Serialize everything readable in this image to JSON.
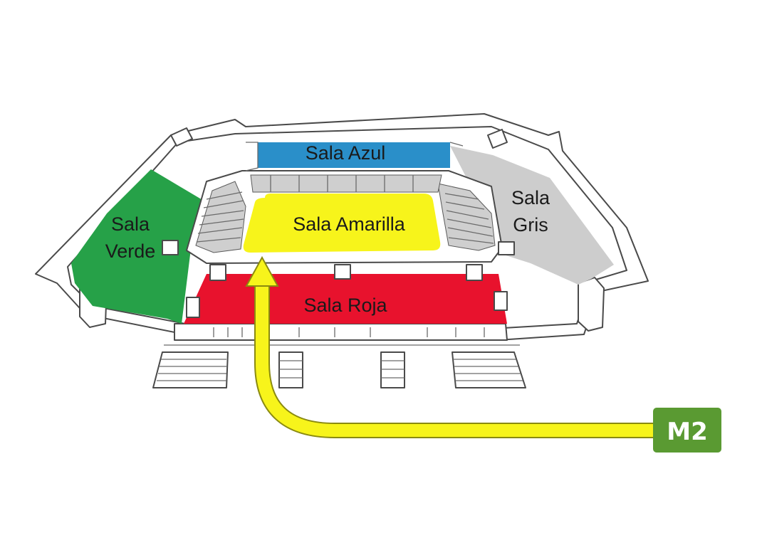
{
  "rooms": {
    "azul": {
      "line1": "Sala Azul",
      "color": "#2a8fc9"
    },
    "amarilla": {
      "line1": "Sala Amarilla",
      "color": "#f7f41b"
    },
    "gris": {
      "line1": "Sala",
      "line2": "Gris",
      "color": "#cdcdcd"
    },
    "verde": {
      "line1": "Sala",
      "line2": "Verde",
      "color": "#26a148"
    },
    "roja": {
      "line1": "Sala Roja",
      "color": "#e8122d"
    }
  },
  "route": {
    "color": "#f7f41b",
    "stroke": "#8a8a10"
  },
  "metro_badge": {
    "label": "M2",
    "color": "#5a9a32"
  }
}
